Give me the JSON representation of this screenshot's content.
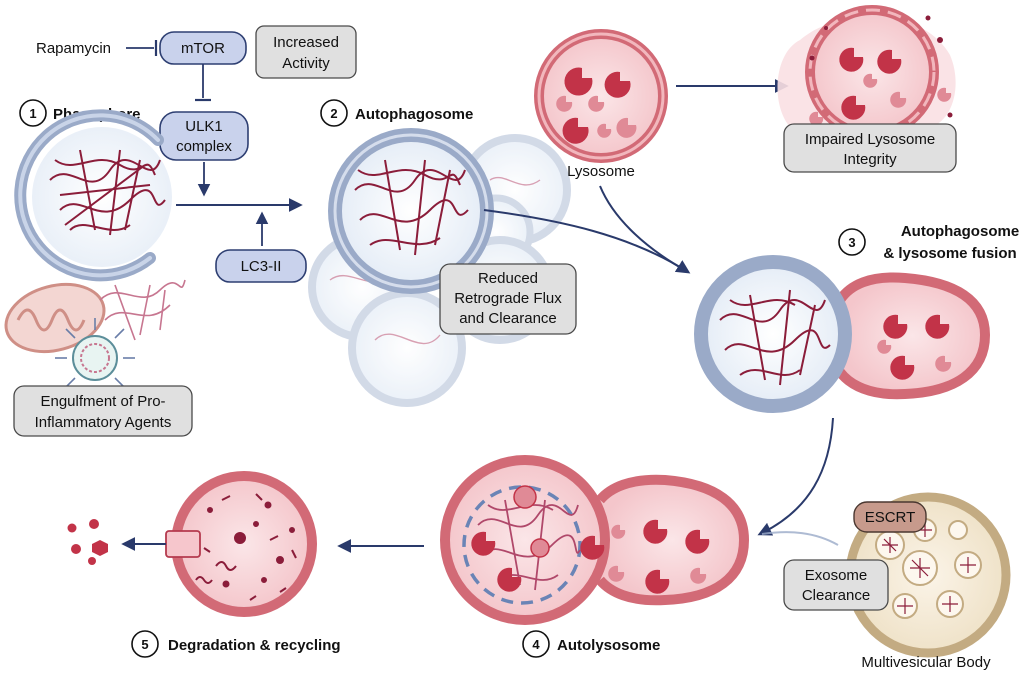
{
  "pathway": {
    "rapamycin": "Rapamycin",
    "mtor": "mTOR",
    "ulk1_line1": "ULK1",
    "ulk1_line2": "complex",
    "lc3": "LC3-II"
  },
  "steps": [
    {
      "num": "1",
      "title": "Phagophore"
    },
    {
      "num": "2",
      "title": "Autophagosome"
    },
    {
      "num": "3",
      "title_line1": "Autophagosome",
      "title_line2": "& lysosome fusion"
    },
    {
      "num": "4",
      "title": "Autolysosome"
    },
    {
      "num": "5",
      "title": "Degradation & recycling"
    }
  ],
  "boxes": {
    "increased_activity": [
      "Increased",
      "Activity"
    ],
    "engulfment": [
      "Engulfment of Pro-",
      "Inflammatory Agents"
    ],
    "reduced_flux": [
      "Reduced",
      "Retrograde Flux",
      "and Clearance"
    ],
    "impaired_lysosome": [
      "Impaired Lysosome",
      "Integrity"
    ],
    "exosome": [
      "Exosome",
      "Clearance"
    ],
    "escrt": "ESCRT"
  },
  "labels": {
    "lysosome": "Lysosome",
    "mvb": "Multivesicular Body"
  },
  "colors": {
    "navy_arrow": "#2a3a6b",
    "membrane_blue": "#9aaac8",
    "lysosome_red": "#d26a76",
    "enzyme_red": "#c23348",
    "fibril": "#8b1d3a",
    "box_gray": "#e0e0e0",
    "pill_blue": "#c9d2ec"
  }
}
